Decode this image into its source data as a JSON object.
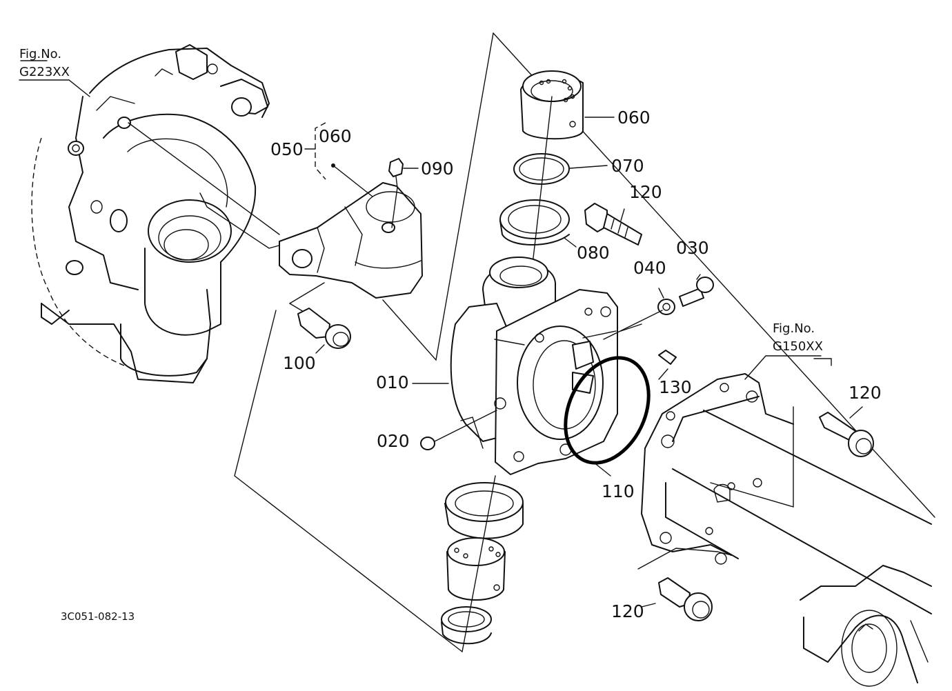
{
  "figure_refs": {
    "left": {
      "line1": "Fig.No.",
      "line2": "G223XX"
    },
    "right": {
      "line1": "Fig.No.",
      "line2": "G150XX"
    }
  },
  "part_labels": {
    "p010": "010",
    "p020": "020",
    "p030": "030",
    "p040": "040",
    "p050": "050",
    "p060_group": "060",
    "p060": "060",
    "p070": "070",
    "p080": "080",
    "p090": "090",
    "p100": "100",
    "p110": "110",
    "p120_a": "120",
    "p120_b": "120",
    "p120_c": "120",
    "p130": "130"
  },
  "diagram_code": "3C051-082-13"
}
